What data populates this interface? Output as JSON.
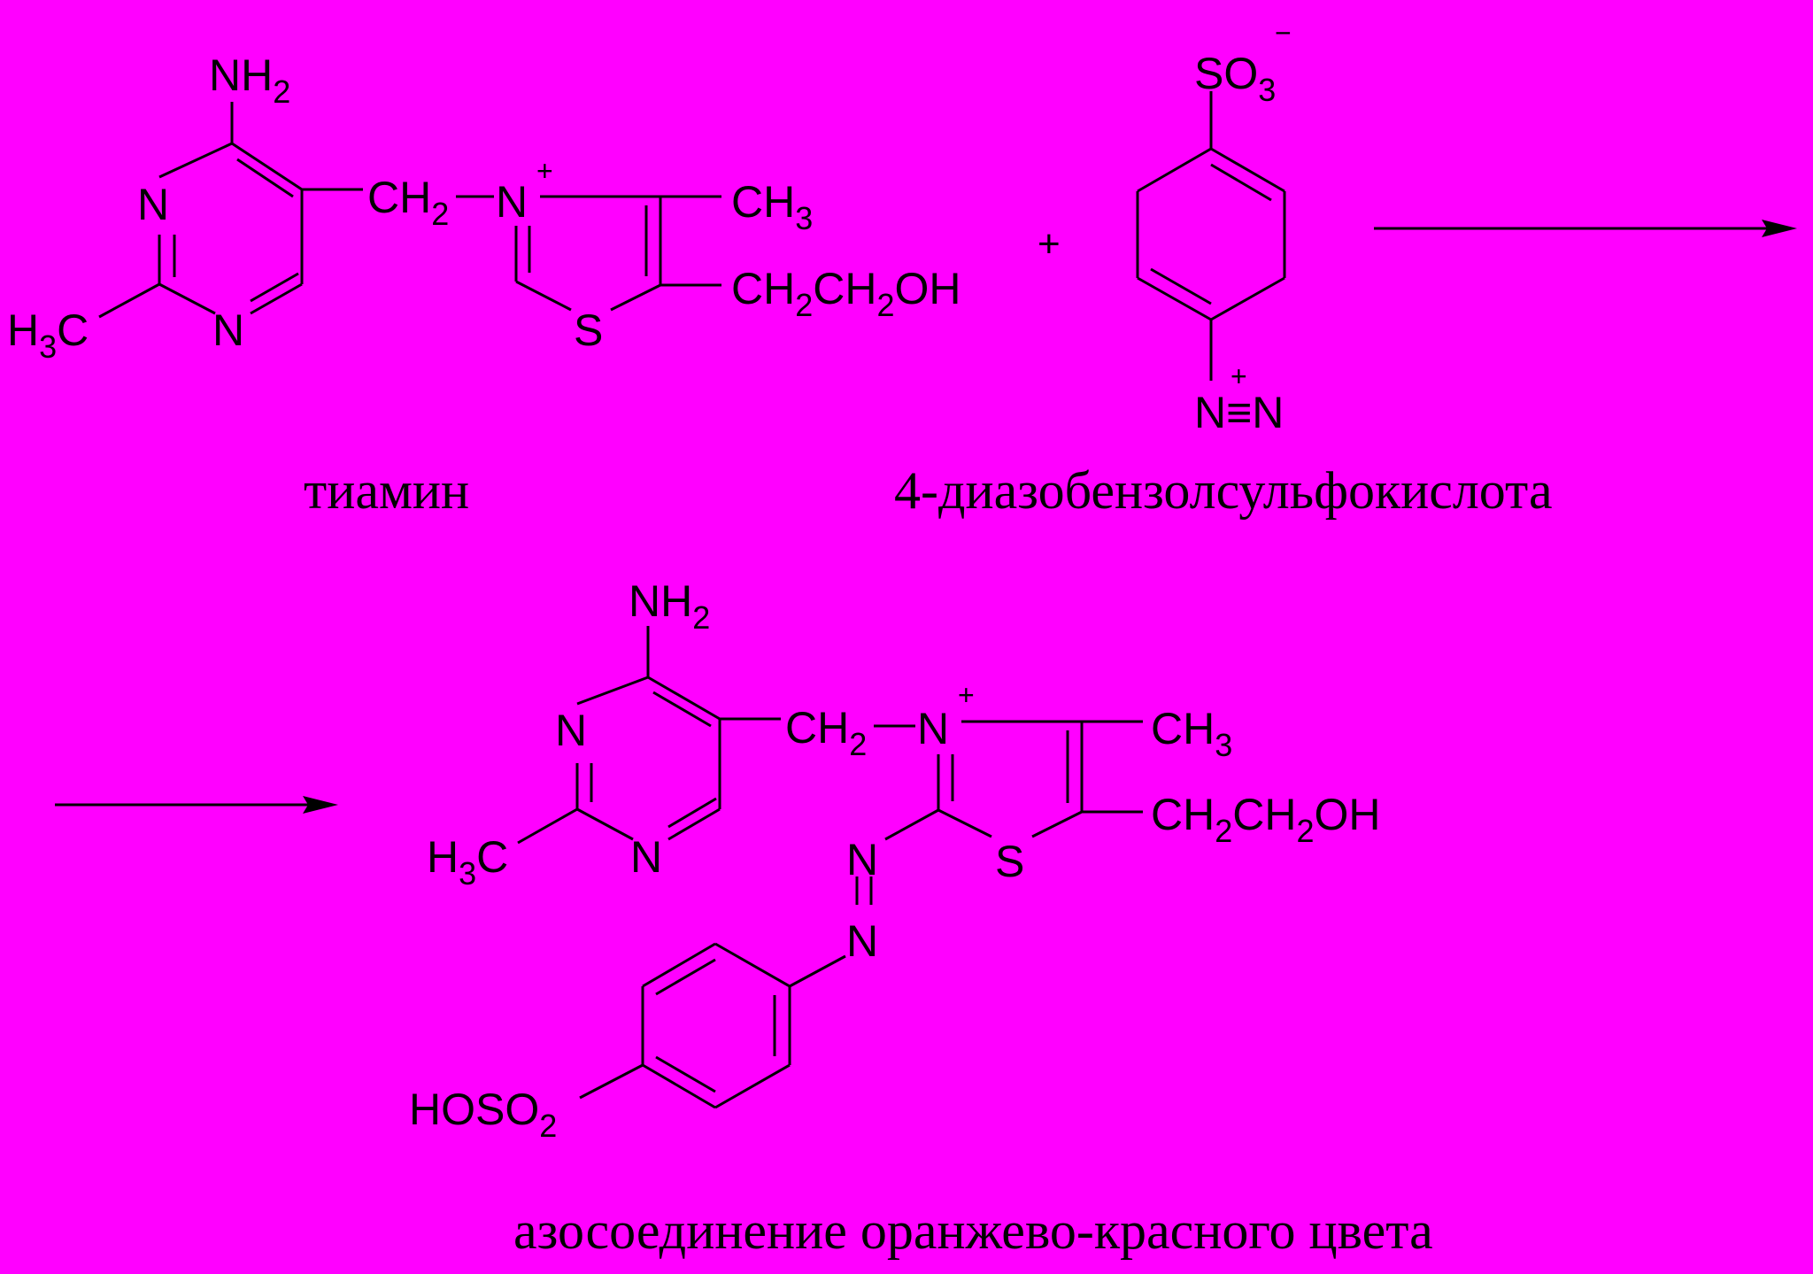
{
  "colors": {
    "background": "#FF00FF",
    "ink": "#000000"
  },
  "atoms": {
    "nh2": "NH",
    "n": "N",
    "s": "S",
    "ch2": "CH",
    "ch3": "CH",
    "h3c_h": "H",
    "h3c_c": "C",
    "ch2ch2oh_a": "CH",
    "ch2ch2oh_b": "CH",
    "ch2ch2oh_c": "OH",
    "so3": "SO",
    "hoso2": "HOSO",
    "sub2": "2",
    "sub3": "3",
    "plus_charge": "+",
    "minus_charge": "−",
    "n_triple_n": "N≡N"
  },
  "reaction": {
    "plus_sign": "+"
  },
  "captions": {
    "reactant1": "тиамин",
    "reactant2": "4-диазобензолсульфокислота",
    "product": "азосоединение оранжево-красного цвета"
  }
}
